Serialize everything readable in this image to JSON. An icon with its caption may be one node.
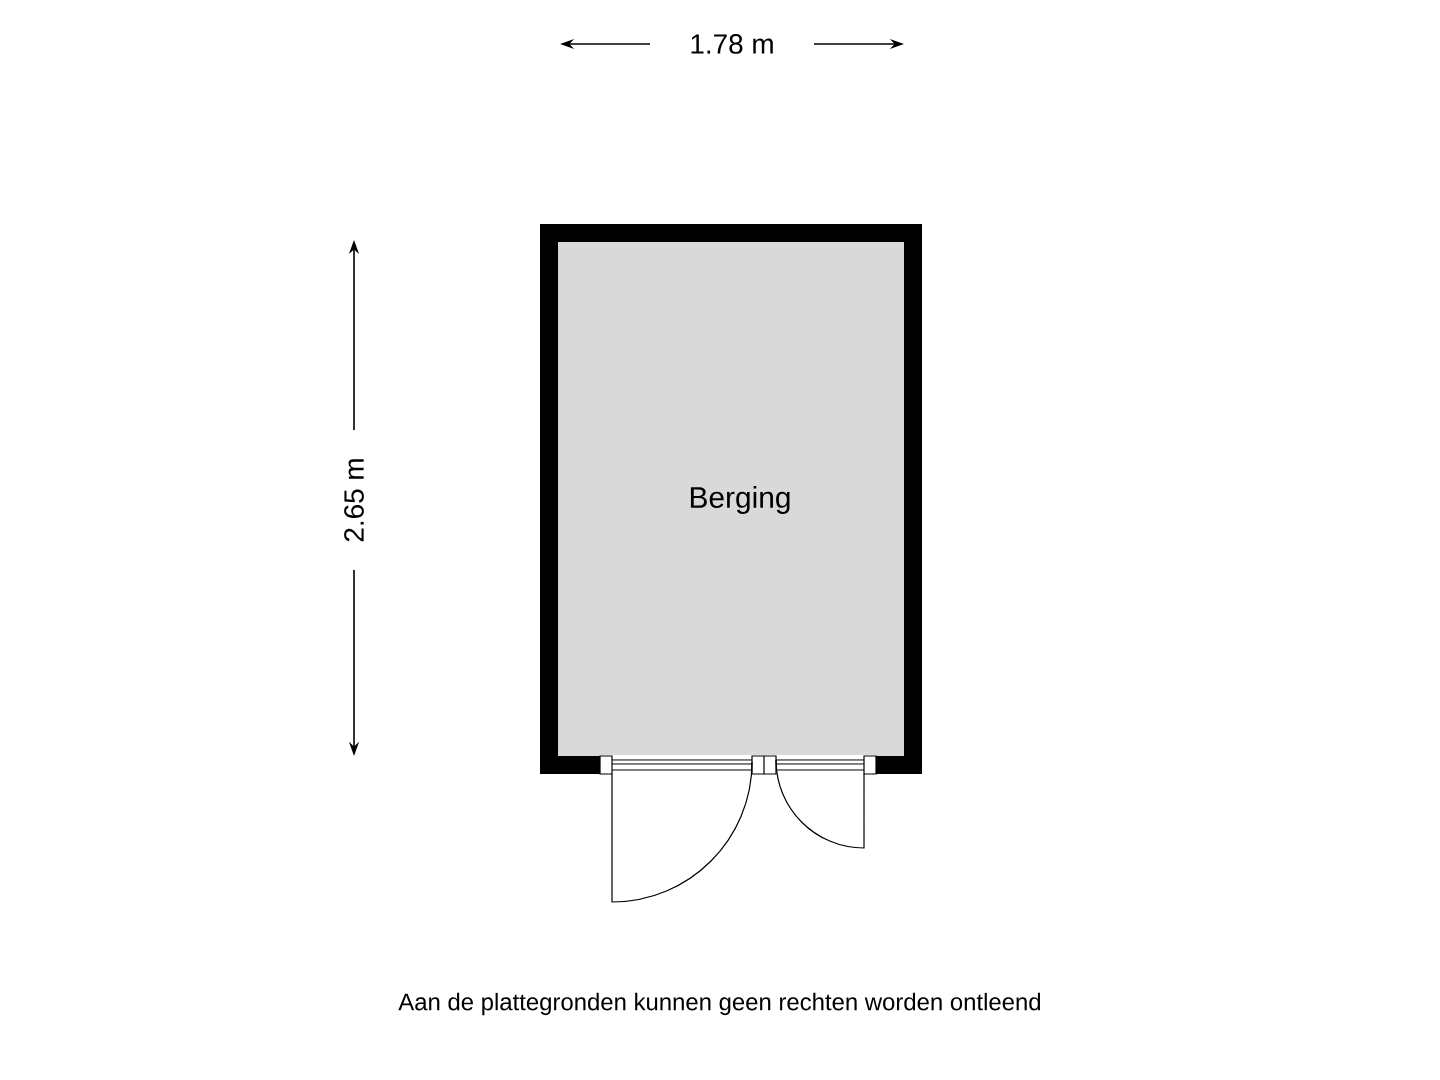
{
  "diagram": {
    "nodes": [
      {
        "text": [
          "Berging"
        ]
      }
    ],
    "edges": [],
    "labels": [
      "1.78 m",
      "2.65 m",
      "Aan de plattegronden kunnen geen rechten worden ontleend"
    ]
  }
}
